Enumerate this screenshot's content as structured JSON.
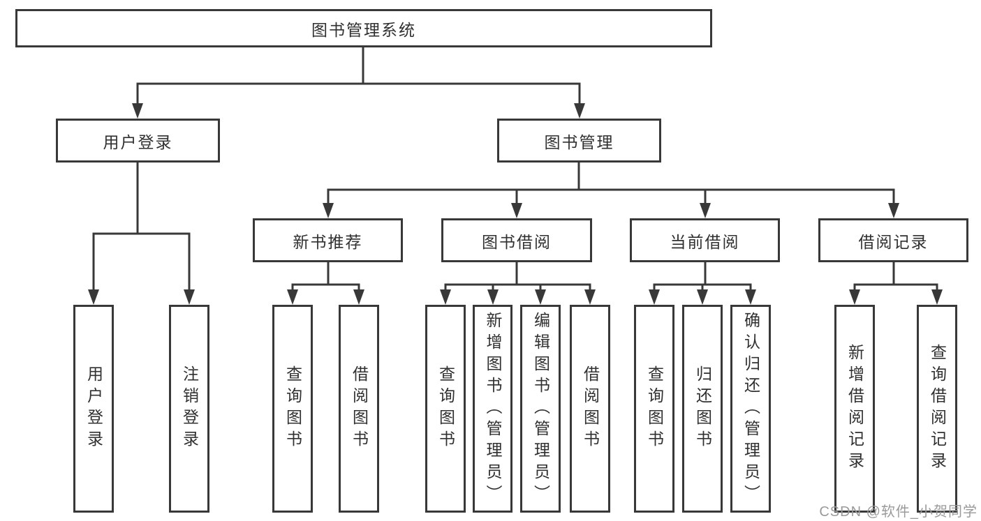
{
  "diagram": {
    "type": "hierarchy-flowchart",
    "colors": {
      "background": "#ffffff",
      "line": "#383838",
      "box_border": "#383838",
      "text": "#303030",
      "watermark": "#9a9a9a"
    },
    "watermark": {
      "text": "CSDN @软件_小贺同学"
    },
    "tree": {
      "root": {
        "label": "图书管理系统",
        "children": [
          {
            "label": "用户登录",
            "children": [
              {
                "label": "用户登录"
              },
              {
                "label": "注销登录"
              }
            ]
          },
          {
            "label": "图书管理",
            "children": [
              {
                "label": "新书推荐",
                "children": [
                  {
                    "label": "查询图书"
                  },
                  {
                    "label": "借阅图书"
                  }
                ]
              },
              {
                "label": "图书借阅",
                "children": [
                  {
                    "label": "查询图书"
                  },
                  {
                    "label": "新增图书（管理员）"
                  },
                  {
                    "label": "编辑图书（管理员）"
                  },
                  {
                    "label": "借阅图书"
                  }
                ]
              },
              {
                "label": "当前借阅",
                "children": [
                  {
                    "label": "查询图书"
                  },
                  {
                    "label": "归还图书"
                  },
                  {
                    "label": "确认归还（管理员）"
                  }
                ]
              },
              {
                "label": "借阅记录",
                "children": [
                  {
                    "label": "新增借阅记录"
                  },
                  {
                    "label": "查询借阅记录"
                  }
                ]
              }
            ]
          }
        ]
      }
    }
  }
}
